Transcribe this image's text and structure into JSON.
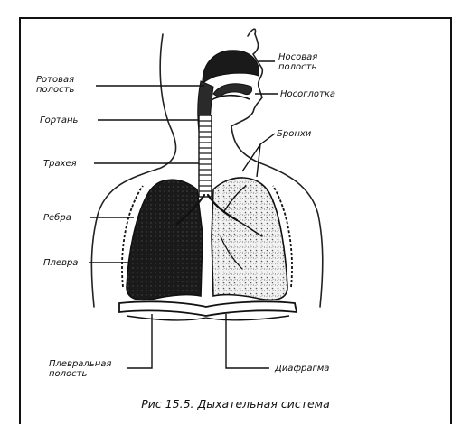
{
  "labels": {
    "nasal_cavity": [
      "Носовая",
      "полость"
    ],
    "oral_cavity": [
      "Ротовая",
      "полость"
    ],
    "nasopharynx": "Носоглотка",
    "larynx": "Гортань",
    "bronchi": "Бронхи",
    "trachea": "Трахея",
    "ribs": "Ребра",
    "pleura": "Плевра",
    "pleural_cavity": [
      "Плевральная",
      "полость"
    ],
    "diaphragm": "Диафрагма"
  },
  "caption": "Рис 15.5. Дыхательная система",
  "colors": {
    "ink": "#141414",
    "lung_dark": "#1b1b1b",
    "lung_light": "#ededed"
  }
}
